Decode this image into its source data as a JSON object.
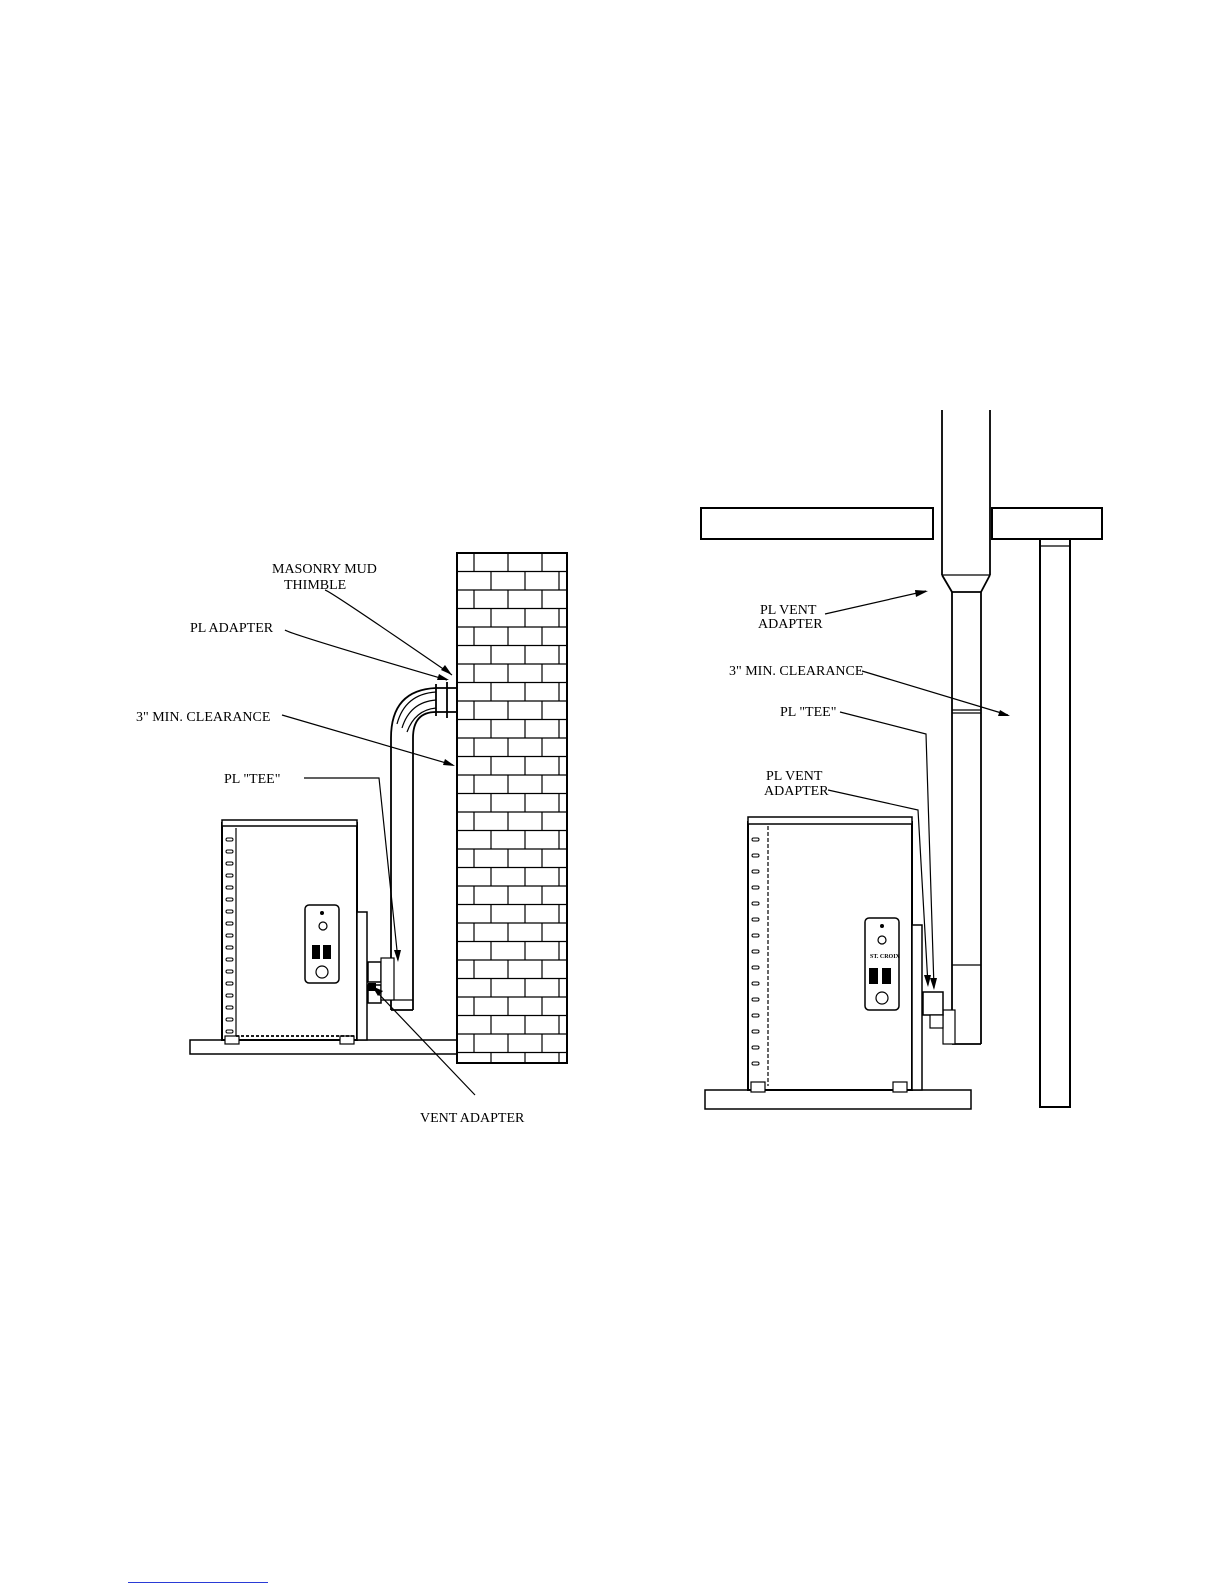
{
  "left_figure": {
    "labels": {
      "masonry_mud_thimble_line1": "MASONRY MUD",
      "masonry_mud_thimble_line2": "THIMBLE",
      "pl_adapter": "PL ADAPTER",
      "min_clearance": "3\" MIN. CLEARANCE",
      "pl_tee": "PL \"TEE\"",
      "vent_adapter": "VENT ADAPTER"
    }
  },
  "right_figure": {
    "labels": {
      "pl_vent_adapter_upper_line1": "PL VENT",
      "pl_vent_adapter_upper_line2": "ADAPTER",
      "min_clearance": "3\" MIN. CLEARANCE",
      "pl_tee": "PL \"TEE\"",
      "pl_vent_adapter_lower_line1": "PL VENT",
      "pl_vent_adapter_lower_line2": "ADAPTER"
    }
  },
  "stove_panel_text": "ST. CROIX"
}
